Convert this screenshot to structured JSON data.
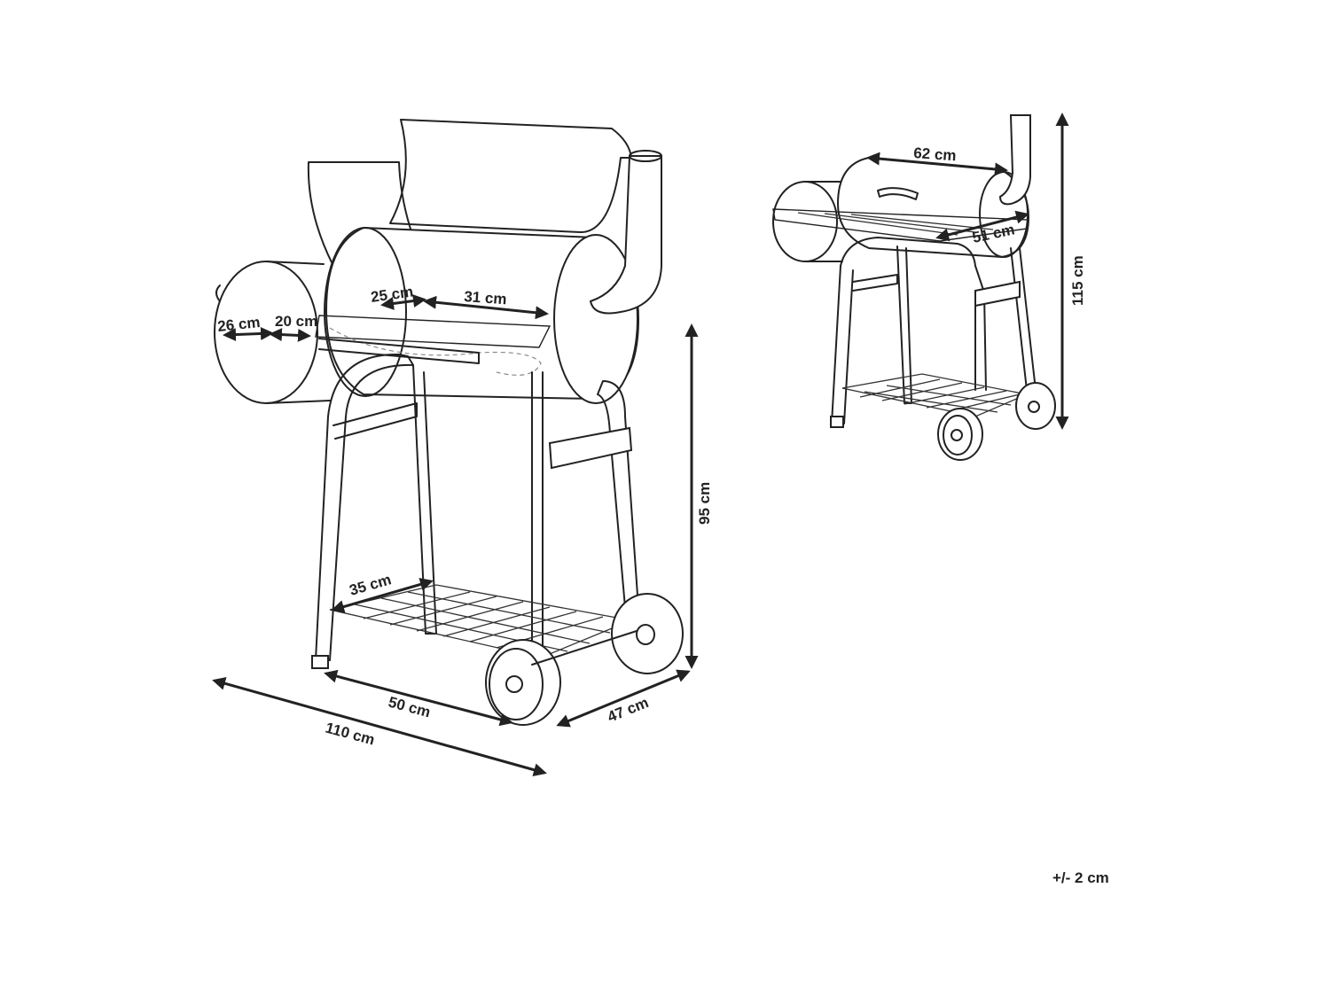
{
  "dimensions": {
    "side_grill_depth": "26 cm",
    "side_grill_width": "20 cm",
    "main_grill_depth": "25 cm",
    "main_grill_width": "31 cm",
    "lower_shelf_depth": "35 cm",
    "cart_width": "50 cm",
    "total_length": "110 cm",
    "depth_total": "47 cm",
    "working_height": "95 cm",
    "main_chamber_length": "62 cm",
    "front_shelf_width": "51 cm",
    "total_height": "115 cm"
  },
  "tolerance": "+/- 2 cm"
}
